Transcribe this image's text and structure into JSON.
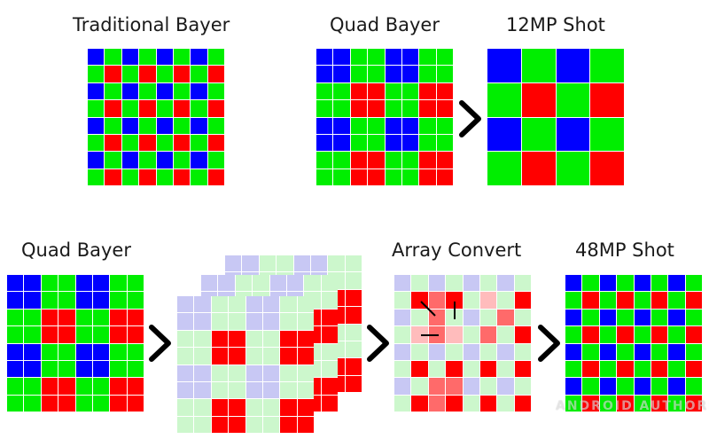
{
  "labels": {
    "traditional_bayer": "Traditional Bayer",
    "quad_bayer_top": "Quad Bayer",
    "shot_12mp": "12MP Shot",
    "quad_bayer_bottom": "Quad Bayer",
    "array_convert": "Array Convert",
    "shot_48mp": "48MP Shot"
  },
  "watermark": "ANDROID AUTHORITY",
  "colors": {
    "red": "#ff0000",
    "green": "#00ee00",
    "blue": "#0000ff",
    "pale_red": "#ffbcbc",
    "pale_green": "#ccf7cc",
    "pale_blue": "#c8c8f4",
    "mid_red": "#ff6a6a",
    "chevron": "#000000"
  },
  "patterns": {
    "bayer_8x8": [
      "BGBGBGBG",
      "GRGRGRGR",
      "BGBGBGBG",
      "GRGRGRGR",
      "BGBGBGBG",
      "GRGRGRGR",
      "BGBGBGBG",
      "GRGRGRGR"
    ],
    "quad_8x8": [
      "BBGGBBGG",
      "BBGGBBGG",
      "GGRRGGRR",
      "GGRRGGRR",
      "BBGGBBGG",
      "BBGGBBGG",
      "GGRRGGRR",
      "GGRRGGRR"
    ],
    "binned_4x4": [
      "BGBG",
      "GRGR",
      "BGBG",
      "GRGR"
    ],
    "pale_quad_8x8": [
      "bbggbbgg",
      "bbggbbgg",
      "ggRRggRR",
      "ggRRggRR",
      "bbggbbgg",
      "bbggbbgg",
      "ggRRggRR",
      "ggRRggRR"
    ],
    "array_convert_8x8": [
      "bgbgbgbg",
      "gRmRgrgR",
      "bgmgbgmg",
      "grmrgmgR",
      "bgbgbgbg",
      "gRgRgRgR",
      "bgmmbgbg",
      "gRmRgRgR"
    ]
  }
}
